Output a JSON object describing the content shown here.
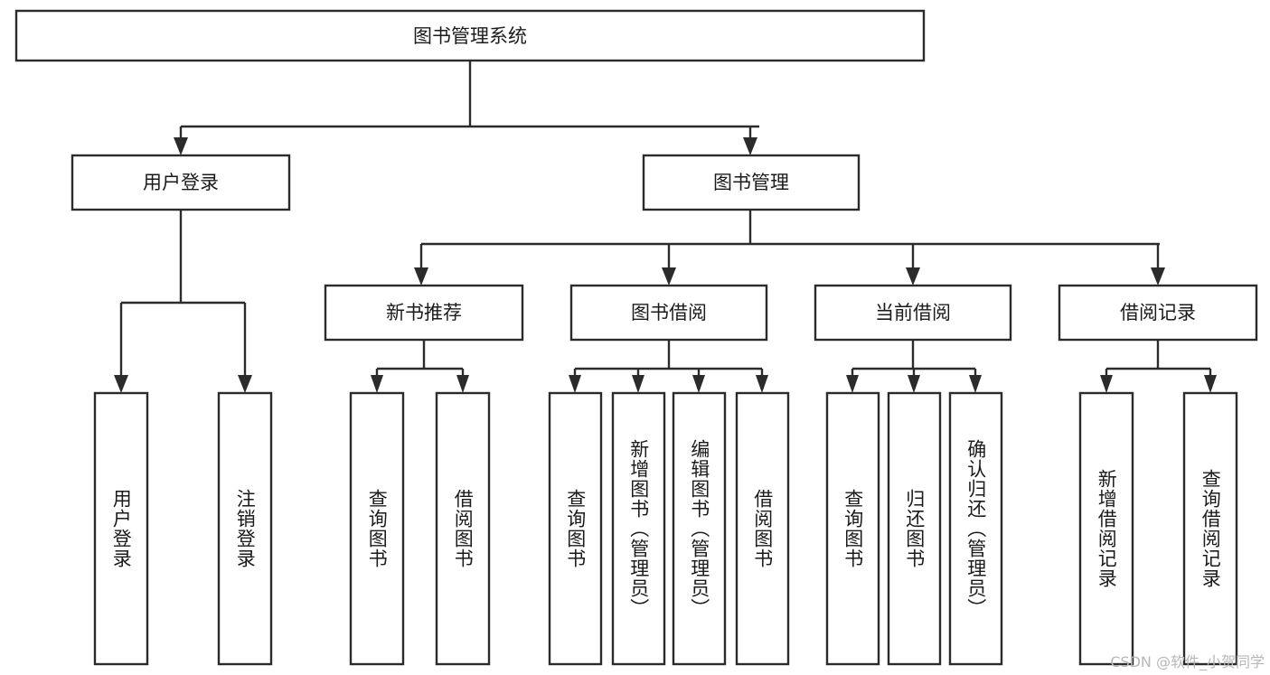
{
  "diagram": {
    "title": "图书管理系统",
    "type": "tree",
    "watermark": "CSDN @软件_小贺同学",
    "colors": {
      "stroke": "#2b2b2b",
      "fill": "#ffffff",
      "text": "#1b1b1b",
      "watermark": "#b8b8b8"
    },
    "root": {
      "label": "图书管理系统"
    },
    "level2": [
      {
        "label": "用户登录"
      },
      {
        "label": "图书管理"
      }
    ],
    "level3": [
      {
        "label": "新书推荐"
      },
      {
        "label": "图书借阅"
      },
      {
        "label": "当前借阅"
      },
      {
        "label": "借阅记录"
      }
    ],
    "leaves": {
      "user_login": [
        {
          "label": "用户登录"
        },
        {
          "label": "注销登录"
        }
      ],
      "new_book_recommend": [
        {
          "label": "查询图书"
        },
        {
          "label": "借阅图书"
        }
      ],
      "book_borrow": [
        {
          "label": "查询图书"
        },
        {
          "label": "新增图书（管理员）"
        },
        {
          "label": "编辑图书（管理员）"
        },
        {
          "label": "借阅图书"
        }
      ],
      "current_borrow": [
        {
          "label": "查询图书"
        },
        {
          "label": "归还图书"
        },
        {
          "label": "确认归还（管理员）"
        }
      ],
      "borrow_records": [
        {
          "label": "新增借阅记录"
        },
        {
          "label": "查询借阅记录"
        }
      ]
    }
  }
}
